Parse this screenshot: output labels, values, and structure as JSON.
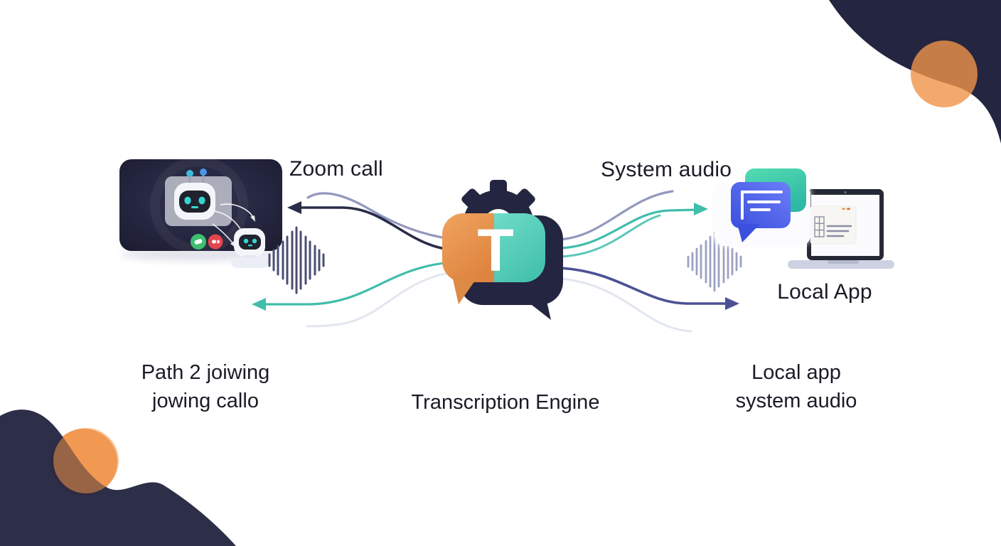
{
  "diagram": {
    "left": {
      "flow_label": "Zoom call",
      "caption_line1": "Path 2 joiwing",
      "caption_line2": "jowing callo"
    },
    "center": {
      "caption": "Transcription Engine",
      "engine_letter": "T"
    },
    "right": {
      "flow_label": "System audio",
      "device_label": "Local App",
      "caption_line1": "Local app",
      "caption_line2": "system audio"
    }
  },
  "icons": {
    "tablet-icon": "dark tablet showing a video call",
    "robot-avatar-icon": "robot face in video tile",
    "assistant-robot-icon": "small robot beside tablet",
    "accept-call-icon": "green phone button",
    "end-call-icon": "red end-call button",
    "waveform-icon": "vertical audio bars",
    "gear-icon": "cog behind chat bubble",
    "transcription-bubble-icon": "orange and teal speech bubble with T",
    "chat-bubbles-icon": "blue and teal message bubbles",
    "laptop-icon": "open laptop with app window"
  },
  "colors": {
    "ink": "#1a1b26",
    "navy": "#242540",
    "navy-line": "#2a2d48",
    "slate-line": "#9298be",
    "teal-line": "#41bdab",
    "indigo-line": "#4c5194",
    "ghost-line": "#e2e6f0",
    "orange": "#f0944a",
    "engine-orange": "#e8964e",
    "engine-teal": "#5bcfbc",
    "wave-left": "#4a4e72",
    "wave-right": "#9ba1c0",
    "green": "#3dbf6e",
    "red": "#e4454e",
    "bezel": "#262835",
    "laptop-base": "#cdd1e1"
  }
}
